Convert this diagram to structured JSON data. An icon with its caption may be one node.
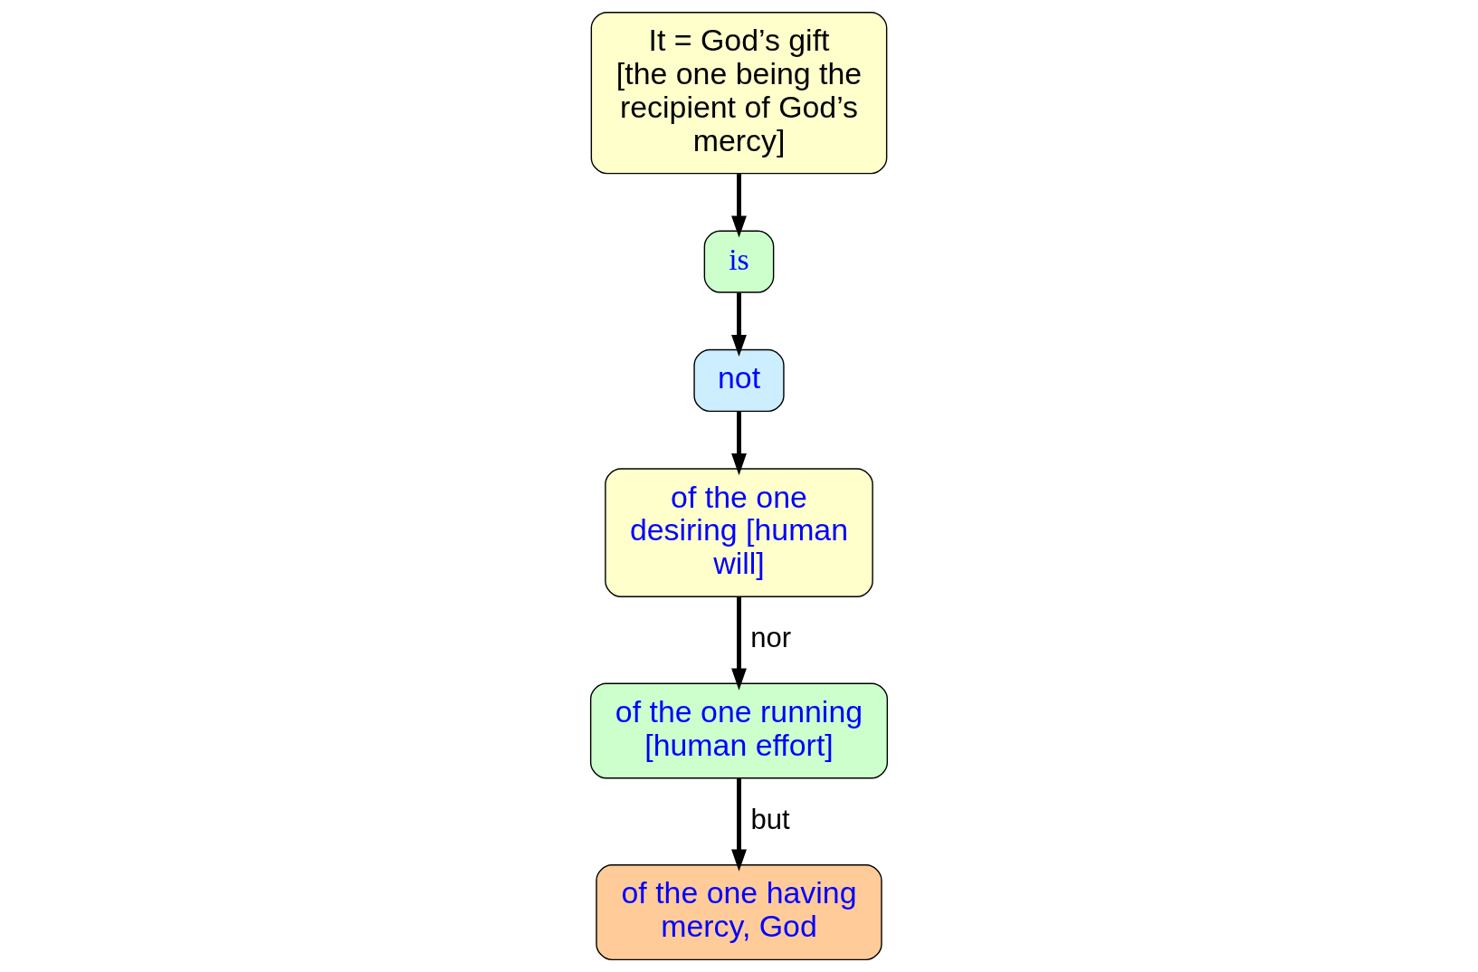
{
  "diagram": {
    "nodes": [
      {
        "text": [
          "It = God’s gift [the one being the recipient of God’s mercy]"
        ]
      },
      {
        "text": [
          "is"
        ]
      },
      {
        "text": [
          "not"
        ]
      },
      {
        "text": [
          "of the one desiring [human will]"
        ]
      },
      {
        "text": [
          "of the one running [human effort]"
        ]
      },
      {
        "text": [
          "of the one having mercy, God"
        ]
      }
    ],
    "edges": [
      {
        "from": 0,
        "to": 1,
        "arrow": "to"
      },
      {
        "from": 1,
        "to": 2,
        "arrow": "to"
      },
      {
        "from": 2,
        "to": 3,
        "arrow": "to"
      },
      {
        "from": 3,
        "to": 4,
        "arrow": "to",
        "label": "nor"
      },
      {
        "from": 4,
        "to": 5,
        "arrow": "to",
        "label": "but"
      }
    ]
  }
}
